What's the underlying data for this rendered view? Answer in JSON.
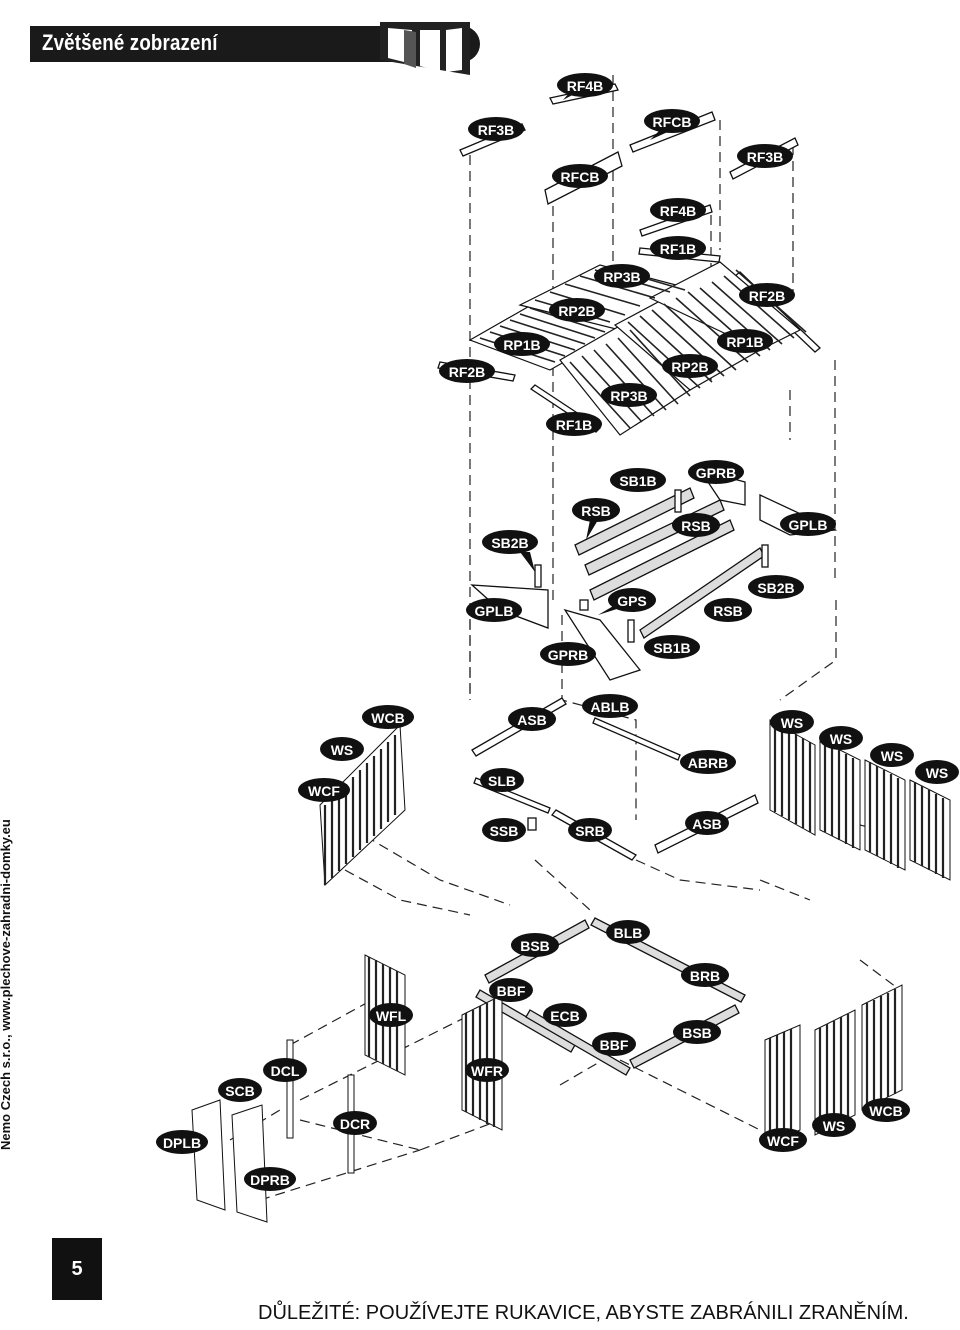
{
  "header": {
    "title": "Zvětšené zobrazení"
  },
  "side_text": "Nemo Czech s.r.o., www.plechove-zahradni-domky.eu",
  "page_number": "5",
  "footer_warning": "DŮLEŽITÉ: POUŽÍVEJTE RUKAVICE, ABYSTE ZABRÁNILI ZRANĚNÍM.",
  "part_labels": [
    "RF4B",
    "RF3B",
    "RFCB",
    "RFCB",
    "RF3B",
    "RF4B",
    "RF1B",
    "RP3B",
    "RF2B",
    "RP2B",
    "RP1B",
    "RF2B",
    "RP1B",
    "RP2B",
    "RP3B",
    "RF1B",
    "SB1B",
    "GPRB",
    "RSB",
    "RSB",
    "GPLB",
    "SB2B",
    "GPS",
    "RSB",
    "SB2B",
    "GPLB",
    "GPRB",
    "SB1B",
    "ASB",
    "ABLB",
    "WCB",
    "WS",
    "WCF",
    "SLB",
    "ABRB",
    "WS",
    "WS",
    "WS",
    "WS",
    "SSB",
    "SRB",
    "ASB",
    "BSB",
    "BLB",
    "BRB",
    "BBF",
    "ECB",
    "WFL",
    "BBF",
    "BSB",
    "DCL",
    "SCB",
    "WFR",
    "DCR",
    "DPLB",
    "DPRB",
    "WCF",
    "WS",
    "WCB"
  ]
}
